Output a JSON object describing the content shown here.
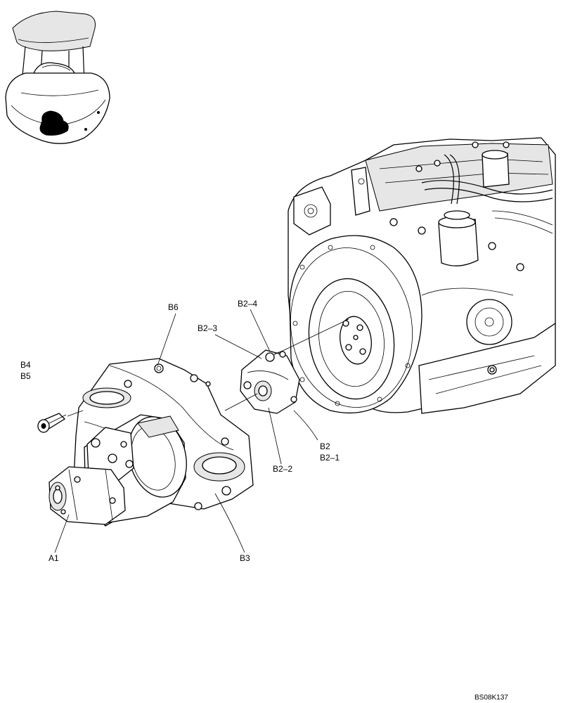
{
  "callouts": {
    "b6": "B6",
    "b2_4": "B2–4",
    "b2_3": "B2–3",
    "b4": "B4",
    "b5": "B5",
    "b2": "B2",
    "b2_1": "B2–1",
    "b2_2": "B2–2",
    "a1": "A1",
    "b3": "B3"
  },
  "reference_code": "BS08K137"
}
